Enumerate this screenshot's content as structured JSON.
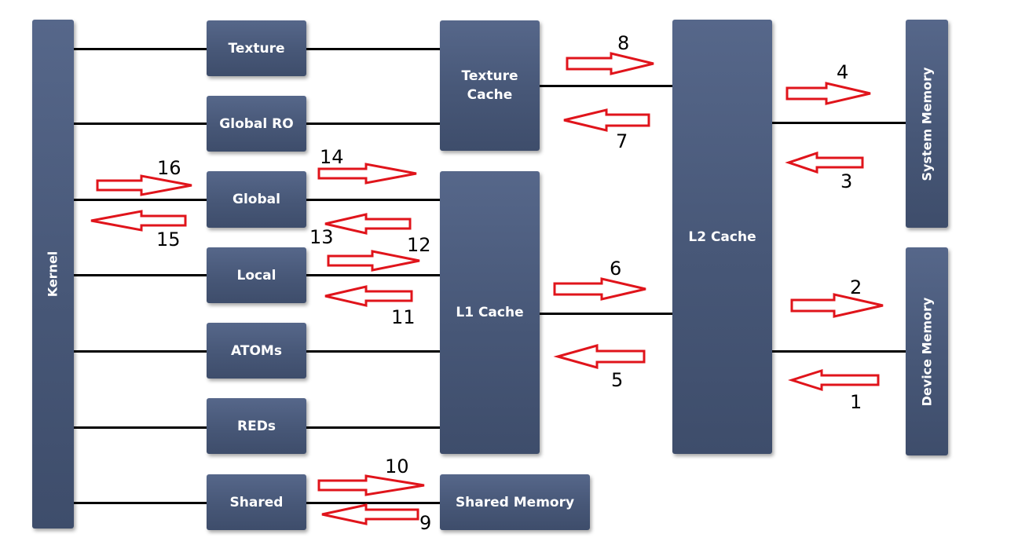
{
  "components": {
    "kernel": "Kernel",
    "texture": "Texture",
    "global_ro": "Global RO",
    "global": "Global",
    "local": "Local",
    "atoms": "ATOMs",
    "reds": "REDs",
    "shared": "Shared",
    "texture_cache": "Texture Cache",
    "l1_cache": "L1 Cache",
    "shared_memory": "Shared Memory",
    "l2_cache": "L2 Cache",
    "system_memory": "System Memory",
    "device_memory": "Device Memory"
  },
  "arrow_labels": {
    "a1": "1",
    "a2": "2",
    "a3": "3",
    "a4": "4",
    "a5": "5",
    "a6": "6",
    "a7": "7",
    "a8": "8",
    "a9": "9",
    "a10": "10",
    "a11": "11",
    "a12": "12",
    "a13": "13",
    "a14": "14",
    "a15": "15",
    "a16": "16"
  },
  "colors": {
    "box": "#475777",
    "connector": "#000000",
    "arrow": "#e0141b"
  }
}
